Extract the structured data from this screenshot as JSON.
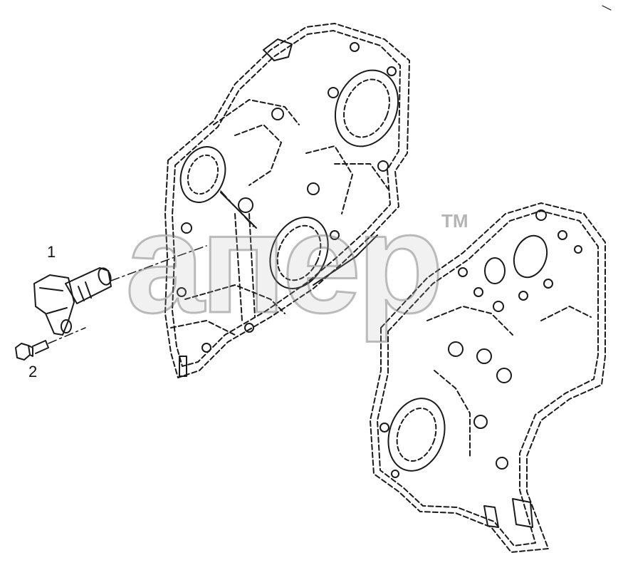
{
  "callouts": [
    {
      "id": "1",
      "text": "1"
    },
    {
      "id": "2",
      "text": "2"
    }
  ],
  "watermark": {
    "text": "aпep",
    "tm": "TM"
  },
  "parts": [
    "speed-sensor",
    "flange-bolt",
    "timing-gear-cover",
    "engine-block"
  ]
}
